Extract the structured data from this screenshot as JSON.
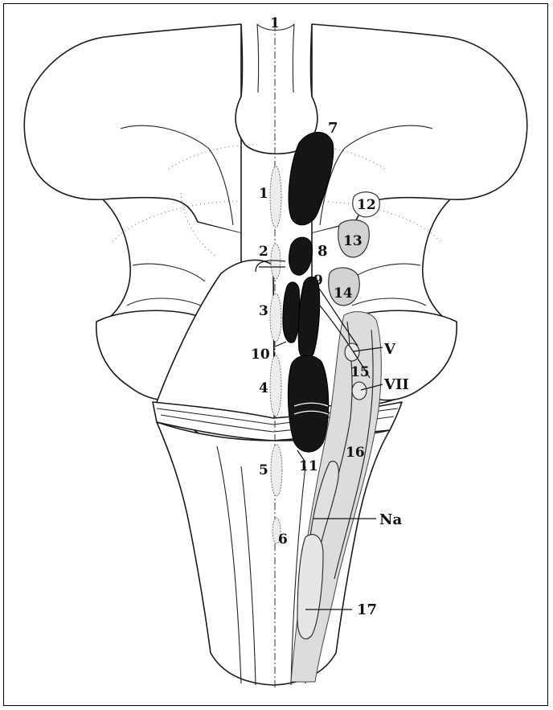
{
  "labels": {
    "l1": "1",
    "l2": "2",
    "l3": "3",
    "l4": "4",
    "l5": "5",
    "l6": "6",
    "l7": "7",
    "l8": "8",
    "l9": "9",
    "l10": "10",
    "l11": "11",
    "l12": "12",
    "l13": "13",
    "l14": "14",
    "l15": "15",
    "l16": "16",
    "l17": "17",
    "lV": "V",
    "lVII": "VII",
    "lNa": "Na",
    "top": "1"
  },
  "colors": {
    "ink": "#151515",
    "shade": "#d2d2d2",
    "paper": "#ffffff"
  }
}
